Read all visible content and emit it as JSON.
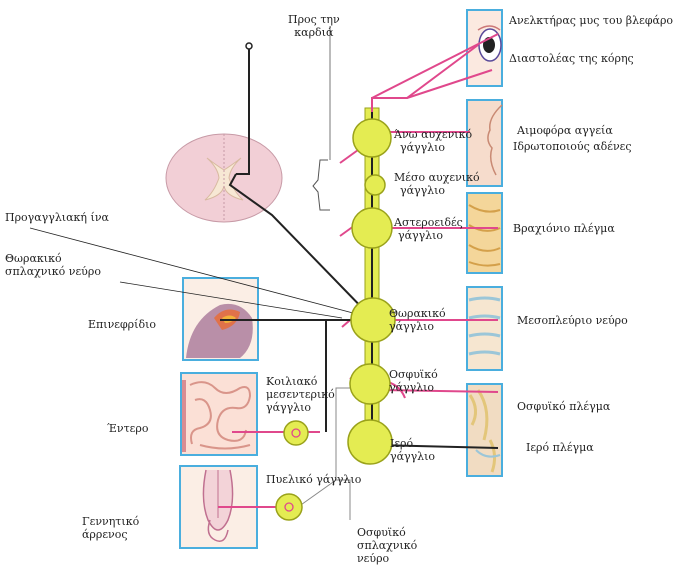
{
  "labels": {
    "to_heart": [
      "Προς την",
      "καρδιά"
    ],
    "eyelid_lifter": "Ανελκτήρας μυς του βλεφάρου",
    "pupil_dilator": "Διαστολέας της κόρης",
    "superior_cervical": [
      "Άνω αυχενικό",
      "γάγγλιο"
    ],
    "blood_vessels": "Αιμοφόρα αγγεία",
    "sweat_glands": "Ιδρωτοποιούς αδένες",
    "middle_cervical": [
      "Μέσο αυχενικό",
      "γάγγλιο"
    ],
    "stellate": [
      "Αστεροειδές",
      "γάγγλιο"
    ],
    "brachial_plexus": "Βραχιόνιο πλέγμα",
    "preganglionic_fiber": "Προγαγγλιακή ίνα",
    "thoracic_splanchnic": [
      "Θωρακικό",
      "σπλαχνικό νεύρο"
    ],
    "adrenal": "Επινεφρίδιο",
    "thoracic_ganglion": [
      "Θωρακικό",
      "γάγγλιο"
    ],
    "intercostal_nerve": "Μεσοπλεύριο νεύρο",
    "celiac_mesenteric": [
      "Κοιλιακό",
      "μεσεντερικό",
      "γάγγλιο"
    ],
    "lumbar_ganglion": [
      "Οσφυϊκό",
      "γάγγλιο"
    ],
    "lumbar_plexus": "Οσφυϊκό πλέγμα",
    "intestine": "Έντερο",
    "sacral_ganglion": [
      "Ιερό",
      "γάγγλιο"
    ],
    "sacral_plexus": "Ιερό πλέγμα",
    "pelvic_ganglion": "Πυελικό γάγγλιο",
    "male_genitals": [
      "Γεννητικό",
      "άρρενος"
    ],
    "lumbar_splanchnic": [
      "Οσφυϊκό",
      "σπλαχνικό",
      "νεύρο"
    ]
  },
  "colors": {
    "ganglion_fill": "#e4ec52",
    "ganglion_stroke": "#9aa21a",
    "postganglionic": "#e0488c",
    "preganglionic": "#222222",
    "panel_border": "#4aaede",
    "tissue": "#f5dccb",
    "spinal_cord": "#f2cfd6"
  }
}
